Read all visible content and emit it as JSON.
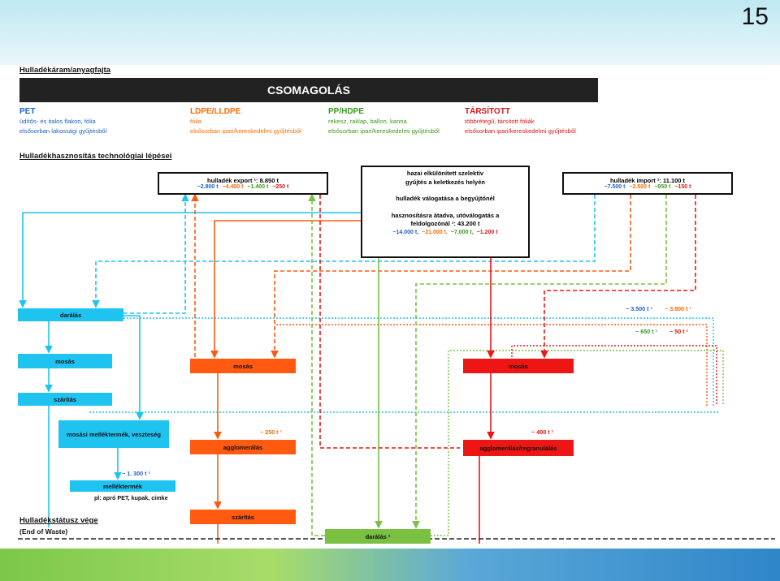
{
  "page_number": "15",
  "header_label": "Hulladékáram/anyagfajta",
  "banner": "CSOMAGOLÁS",
  "categories": [
    {
      "title": "PET",
      "line1": "üdítős- és italos flakon, fólia",
      "line2": "elsősorban lakossági gyűjtésből",
      "color": "#1b62c8"
    },
    {
      "title": "LDPE/LLDPE",
      "line1": "fólia",
      "line2": "elsősorban ipari/kereskedelmi gyűjtésből",
      "color": "#ff6a00"
    },
    {
      "title": "PP/HDPE",
      "line1": "rekesz, raklap, ballon, kanna",
      "line2": "elsősorban ipari/kereskedelmi gyűjtésből",
      "color": "#3a9a1a"
    },
    {
      "title": "TÁRSÍTOTT",
      "line1": "többrétegű, társított fóliák",
      "line2": "elsősorban ipari/kereskedelmi gyűjtésből",
      "color": "#dd1414"
    }
  ],
  "section_title": "Hulladékhasznosítás technológiai lépései",
  "export_box": {
    "title": "hulladék export ¹: 8.850 t",
    "v_blue": "~2.800 t",
    "v_orange": "~4.400 t",
    "v_green": "~1.400 t",
    "v_red": "~250 t"
  },
  "import_box": {
    "title": "hulladék import ¹: 11.100 t",
    "v_blue": "~7.500 t",
    "v_orange": "~2.500 t",
    "v_green": "~950 t",
    "v_red": "~150 t"
  },
  "center_box": {
    "line1": "hazai elkülönített szelektív",
    "line2": "gyűjtés a keletkezés helyén",
    "line3": "hulladék válogatása a begyűjtőnél",
    "line4": "hasznosításra átadva, utóválogatás a",
    "line5": "feldolgozónál ¹: 43.200 t",
    "v_blue": "~14.000 t,",
    "v_orange": "~21.000 t,",
    "v_green": "~7.000 t,",
    "v_red": "~1.200 t"
  },
  "process": {
    "daralas": "darálás",
    "mosas_blue": "mosás",
    "szaritas_blue": "szárítás",
    "mellektermek_veszteseg": "mosási melléktermék, veszteség",
    "mellektermek": "melléktermék",
    "mellektermek_pl": "pl: apró PET, kupak, címke",
    "mosas_orange": "mosás",
    "agglomeralas": "agglomerálás",
    "szaritas_orange": "szárítás",
    "mosas_red": "mosás",
    "agglomeralas_red": "agglomerálás/regranulálás",
    "daralas_green": "darálás ²"
  },
  "quantities": {
    "q_1300": "~ 1. 300 t ¹",
    "q_250": "~ 250 t ¹",
    "q_400": "~ 400 t ¹",
    "q_3500": "~ 3.500 t ¹",
    "q_3800": "~ 3.800 t ¹",
    "q_650": "~ 650 t ¹",
    "q_50": "~ 50 t ¹"
  },
  "end_of_waste": {
    "line1": "Hulladékstátusz vége",
    "line2": "(End of Waste)"
  },
  "colors": {
    "blue": "#1ec3f0",
    "orange": "#ff5a10",
    "red": "#ee1515",
    "green": "#7ac142"
  }
}
